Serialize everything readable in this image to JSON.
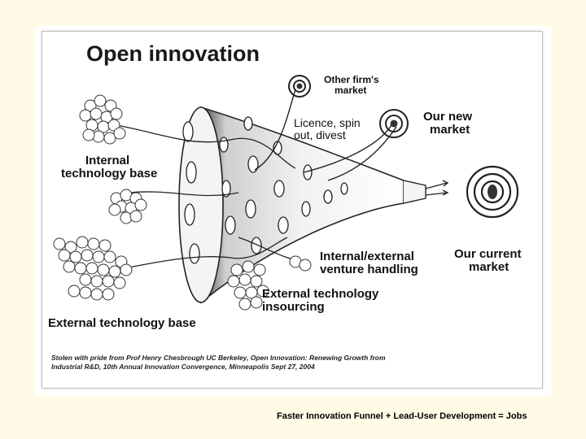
{
  "diagram": {
    "title": "Open innovation",
    "labels": {
      "other_firms_market_line1": "Other firm's",
      "other_firms_market_line2": "market",
      "licence_line1": "Licence, spin",
      "licence_line2": "out, divest",
      "our_new_market_line1": "Our new",
      "our_new_market_line2": "market",
      "internal_tech_line1": "Internal",
      "internal_tech_line2": "technology base",
      "our_current_market_line1": "Our current",
      "our_current_market_line2": "market",
      "venture_line1": "Internal/external",
      "venture_line2": "venture handling",
      "external_insourcing_line1": "External technology",
      "external_insourcing_line2": "insourcing",
      "external_tech_base": "External technology base"
    },
    "credit_line1": "Stolen with pride from Prof Henry Chesbrough UC Berkeley, Open Innovation: Renewing Growth from",
    "credit_line2": "Industrial R&D, 10th Annual  Innovation Convergence, Minneapolis Sept 27, 2004"
  },
  "footer": "Faster Innovation Funnel + Lead-User Development = Jobs"
}
